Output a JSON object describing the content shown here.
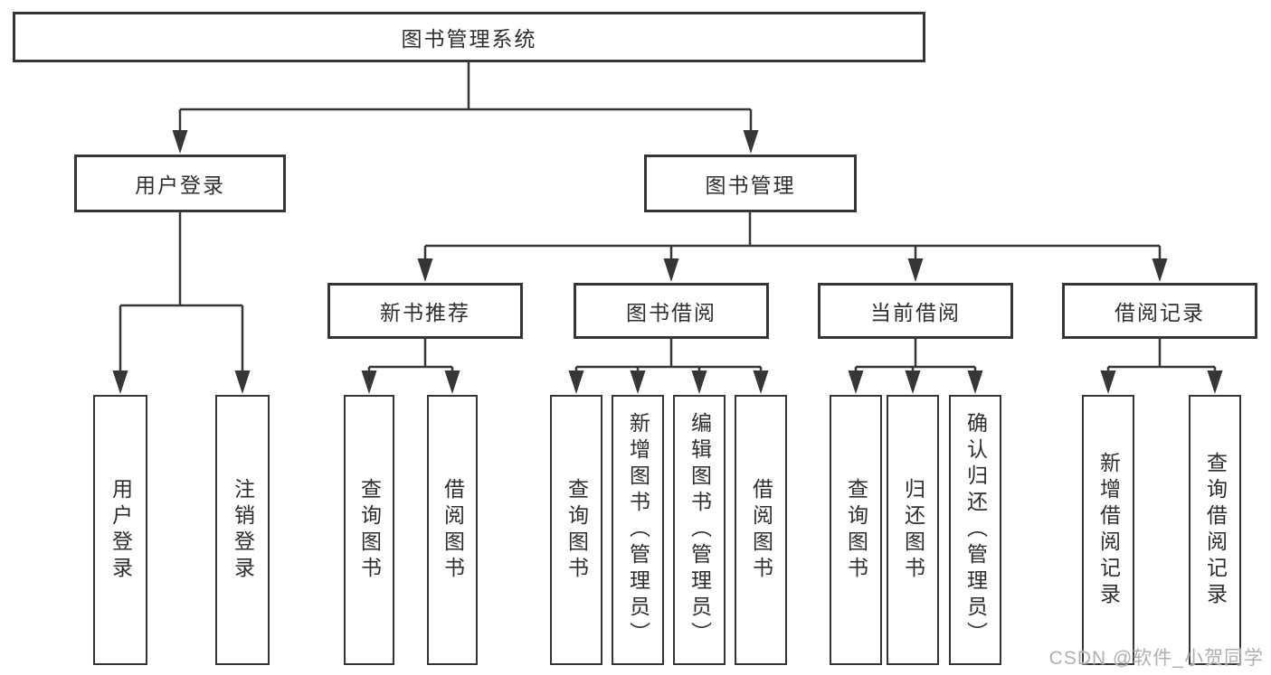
{
  "colors": {
    "background": "#ffffff",
    "box_background": "#ffffff",
    "line": "#363636",
    "text": "#2e2e2e",
    "watermark": "#b0b0b0"
  },
  "watermark": {
    "text": "CSDN @软件_小贺同学"
  },
  "tree": {
    "root": {
      "label": "图书管理系统"
    },
    "branches": [
      {
        "label": "用户登录",
        "children": [
          {
            "label": "用户登录"
          },
          {
            "label": "注销登录"
          }
        ]
      },
      {
        "label": "图书管理",
        "children": [
          {
            "label": "新书推荐",
            "children": [
              {
                "label": "查询图书"
              },
              {
                "label": "借阅图书"
              }
            ]
          },
          {
            "label": "图书借阅",
            "children": [
              {
                "label": "查询图书"
              },
              {
                "label": "新增图书（管理员）"
              },
              {
                "label": "编辑图书（管理员）"
              },
              {
                "label": "借阅图书"
              }
            ]
          },
          {
            "label": "当前借阅",
            "children": [
              {
                "label": "查询图书"
              },
              {
                "label": "归还图书"
              },
              {
                "label": "确认归还（管理员）"
              }
            ]
          },
          {
            "label": "借阅记录",
            "children": [
              {
                "label": "新增借阅记录"
              },
              {
                "label": "查询借阅记录"
              }
            ]
          }
        ]
      }
    ]
  }
}
